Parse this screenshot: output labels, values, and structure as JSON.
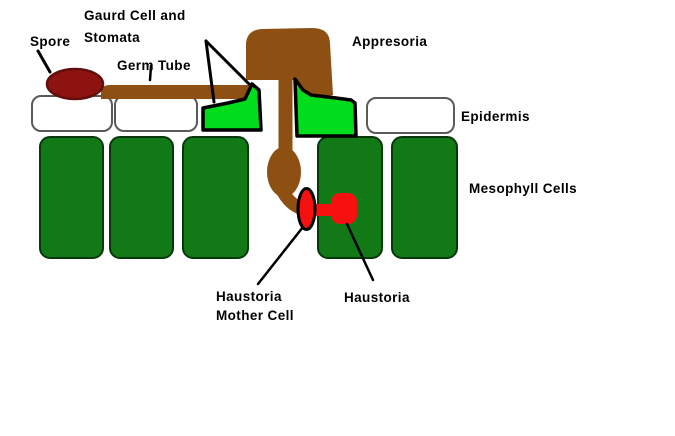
{
  "diagram": {
    "labels": {
      "spore": "Spore",
      "guard_cell_stomata_line1": "Gaurd Cell and",
      "guard_cell_stomata_line2": "Stomata",
      "germ_tube": "Germ Tube",
      "appresoria": "Appresoria",
      "epidermis": "Epidermis",
      "mesophyll_cells": "Mesophyll Cells",
      "haustoria_mother_cell_line1": "Haustoria",
      "haustoria_mother_cell_line2": "Mother Cell",
      "haustoria": "Haustoria"
    },
    "colors": {
      "background": "#ffffff",
      "hypha_brown": "#8e4f13",
      "spore_fill": "#8e1310",
      "spore_outline": "#60100c",
      "guard_cell_green": "#00dd1c",
      "mesophyll_green": "#117a17",
      "mesophyll_outline": "#07380b",
      "haustoria_red": "#f61010",
      "outline_black": "#000000",
      "epidermis_fill": "#ffffff",
      "epidermis_border": "#5a5a5a"
    }
  }
}
